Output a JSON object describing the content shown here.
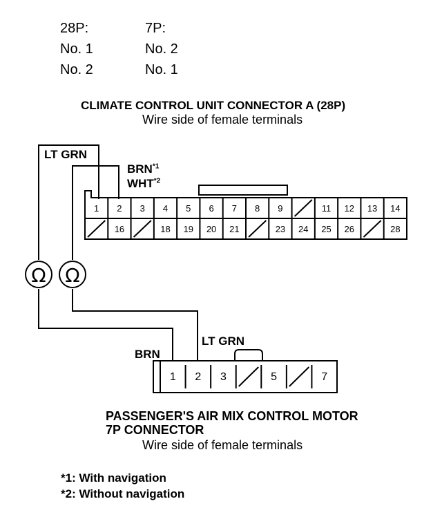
{
  "mapping": {
    "header_28p": "28P:",
    "header_7p": "7P:",
    "rows": [
      {
        "a": "No. 1",
        "b": "No. 2"
      },
      {
        "a": "No. 2",
        "b": "No. 1"
      }
    ]
  },
  "connector_a": {
    "title": "CLIMATE CONTROL UNIT CONNECTOR A (28P)",
    "subtitle": "Wire side of female terminals",
    "wire_lt_grn": "LT GRN",
    "wire_brn": "BRN",
    "wire_brn_mark": "*1",
    "wire_wht": "WHT",
    "wire_wht_mark": "*2",
    "top_row": [
      "1",
      "2",
      "3",
      "4",
      "5",
      "6",
      "7",
      "8",
      "9",
      "",
      "11",
      "12",
      "13",
      "14"
    ],
    "bottom_row": [
      "",
      "16",
      "",
      "18",
      "19",
      "20",
      "21",
      "",
      "23",
      "24",
      "25",
      "26",
      "",
      "28"
    ]
  },
  "ohmmeter_symbol": "Ω",
  "connector_b": {
    "wire_brn": "BRN",
    "wire_lt_grn": "LT GRN",
    "pins": [
      "1",
      "2",
      "3",
      "",
      "5",
      "",
      "7"
    ],
    "title_line1": "PASSENGER'S AIR MIX CONTROL MOTOR",
    "title_line2": "7P CONNECTOR",
    "subtitle": "Wire side of female terminals"
  },
  "notes": [
    "*1: With navigation",
    "*2: Without navigation"
  ]
}
